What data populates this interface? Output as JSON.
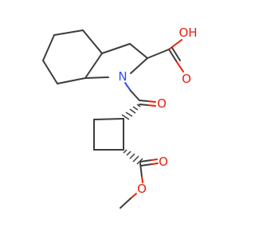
{
  "colors": {
    "bond": "#3c3c3c",
    "oxygen": "#e8200e",
    "nitrogen": "#3050f8",
    "background": "#ffffff"
  },
  "atoms": {
    "hydroxyl": "OH",
    "carboxyl_oxygen": "O",
    "ring_nitrogen": "N",
    "amide_oxygen": "O",
    "ester_carbonyl_oxygen": "O",
    "ester_oxygen": "O"
  }
}
